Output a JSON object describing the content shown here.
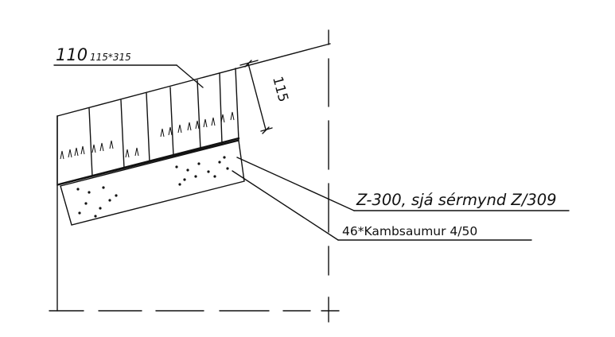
{
  "labels": {
    "rafter_count": "110",
    "rafter_size": "115*315",
    "dimension": "115",
    "beam_ref": "Z-300, sjá sérmynd Z/309",
    "bolts": "46*Kambsaumur 4/50"
  },
  "colors": {
    "line": "#111111",
    "background": "#ffffff"
  }
}
